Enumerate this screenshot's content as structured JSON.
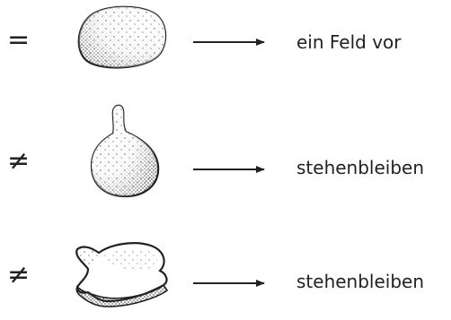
{
  "rows": [
    {
      "symbol": "=",
      "shape": "oval-blob-icon",
      "outcome": "ein Feld vor"
    },
    {
      "symbol": "≠",
      "shape": "gourd-blob-icon",
      "outcome": "stehenbleiben"
    },
    {
      "symbol": "≠",
      "shape": "fish-blob-icon",
      "outcome": "stehenbleiben"
    }
  ]
}
